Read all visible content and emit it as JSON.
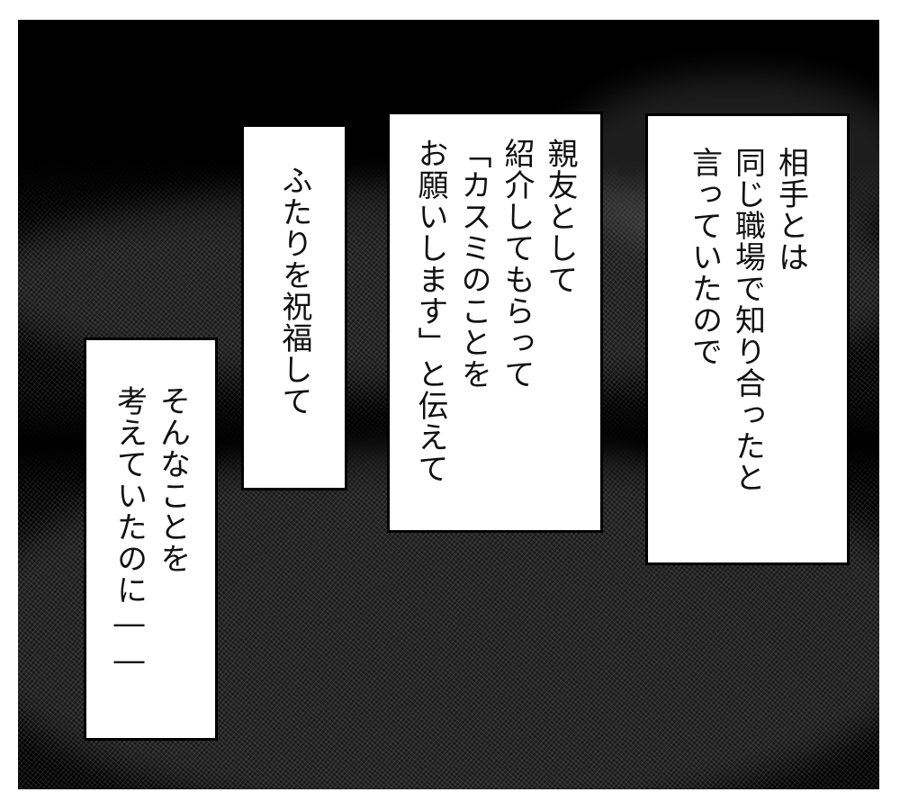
{
  "comic_panel": {
    "background_color": "#000000",
    "border_color": "#000000",
    "caption_boxes": [
      {
        "id": "box-1",
        "lines": [
          "相手とは",
          "同じ職場で知り合ったと",
          "言っていたので"
        ],
        "text": "相手とは\n同じ職場で知り合ったと\n言っていたので"
      },
      {
        "id": "box-2",
        "lines": [
          "親友として",
          "紹介してもらって",
          "「カスミのことを",
          "お願いします」と伝えて"
        ],
        "text": "親友として\n紹介してもらって\n「カスミのことを\nお願いします」と伝えて"
      },
      {
        "id": "box-3",
        "lines": [
          "ふたりを祝福して"
        ],
        "text": "ふたりを祝福して"
      },
      {
        "id": "box-4",
        "lines": [
          "そんなことを",
          "考えていたのに――"
        ],
        "text": "そんなことを\n考えていたのに――"
      }
    ]
  }
}
